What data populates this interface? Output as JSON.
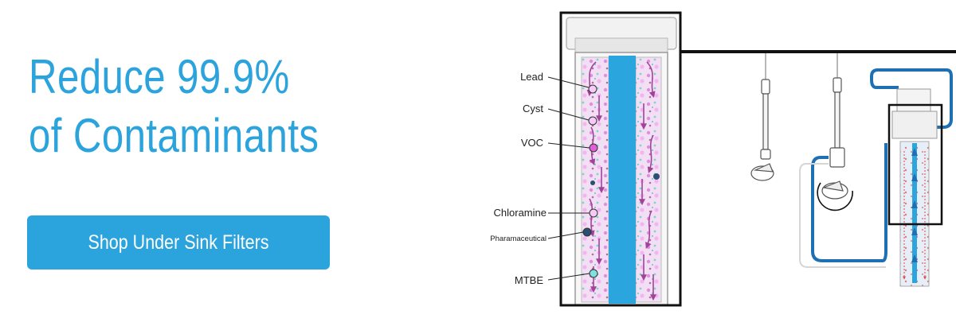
{
  "hero": {
    "headline_line1": "Reduce 99.9%",
    "headline_line2": "of Contaminants",
    "cta_label": "Shop Under Sink Filters"
  },
  "diagram": {
    "contaminant_labels": [
      "Lead",
      "Cyst",
      "VOC",
      "Chloramine",
      "Pharamaceutical",
      "MTBE"
    ]
  },
  "colors": {
    "brand_blue": "#2ba3dd",
    "core_blue": "#2aa5de",
    "pipe_blue": "#1f6fb3",
    "arrow_purple": "#a0449a",
    "media_pink": "#e9b9ea",
    "outline": "#111111"
  }
}
